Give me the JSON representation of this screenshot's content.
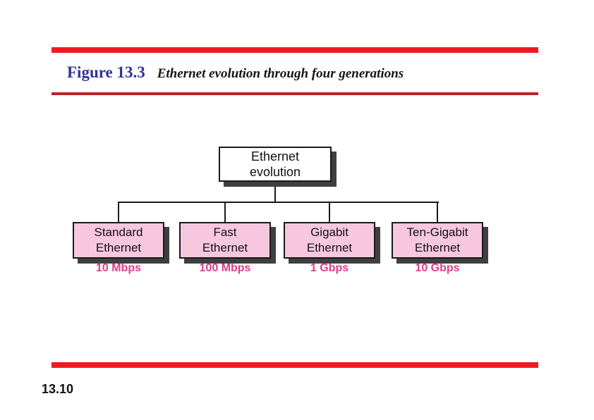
{
  "slide": {
    "figure_label": "Figure 13.3",
    "figure_caption": "Ethernet evolution through four generations",
    "page_number": "13.10"
  },
  "diagram": {
    "type": "tree",
    "root": {
      "line1": "Ethernet",
      "line2": "evolution"
    },
    "children": [
      {
        "line1": "Standard",
        "line2": "Ethernet",
        "speed": "10 Mbps"
      },
      {
        "line1": "Fast",
        "line2": "Ethernet",
        "speed": "100 Mbps"
      },
      {
        "line1": "Gigabit",
        "line2": "Ethernet",
        "speed": "1 Gbps"
      },
      {
        "line1": "Ten-Gigabit",
        "line2": "Ethernet",
        "speed": "10 Gbps"
      }
    ]
  },
  "colors": {
    "accent_red": "#ED1C24",
    "rule_dark_red": "#BE2222",
    "figure_label_blue": "#333399",
    "speed_magenta": "#DE3C8D",
    "node_pink": "#F7C7E0",
    "node_white": "#FFFFFF",
    "shadow_gray": "#3F3F3F",
    "line_black": "#1A1A1A"
  }
}
